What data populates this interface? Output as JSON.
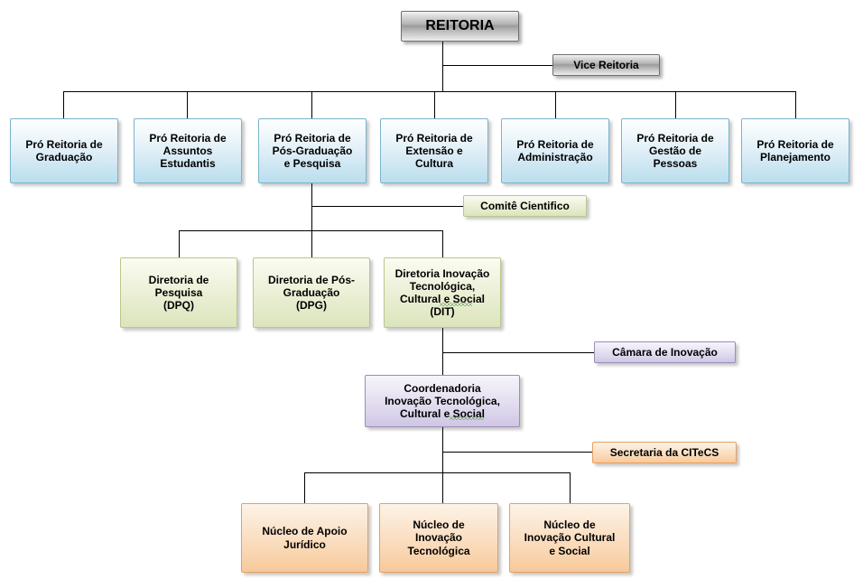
{
  "diagram": {
    "title": "Organograma REITORIA",
    "type": "organizational-chart",
    "palette": {
      "gray_border": "#6e6e6e",
      "gray_fill_mid": "#9a9a9a",
      "blue_border": "#7ab4cd",
      "blue_fill": "#c4e2f0",
      "green_border": "#b7c98a",
      "green_fill": "#e6ecce",
      "purple_border": "#9c8dbb",
      "purple_fill": "#ddd6ec",
      "orange_border": "#e8a060",
      "orange_fill": "#f9d7b3",
      "line": "#000000",
      "text": "#000000",
      "spellcheck_underline": "#3c8a3c"
    },
    "root": {
      "label": "REITORIA"
    },
    "vice": {
      "label": "Vice Reitoria"
    },
    "pro_reitorias": [
      {
        "label": "Pró Reitoria de\nGraduação"
      },
      {
        "label": "Pró Reitoria de\nAssuntos\nEstudantis"
      },
      {
        "label": "Pró Reitoria de\nPós-Graduação\ne Pesquisa"
      },
      {
        "label": "Pró Reitoria de\nExtensão e\nCultura"
      },
      {
        "label": "Pró Reitoria de\nAdministração"
      },
      {
        "label": "Pró Reitoria de\nGestão de\nPessoas"
      },
      {
        "label": "Pró Reitoria de\nPlanejamento"
      }
    ],
    "comite": {
      "label": "Comitê Cientifico"
    },
    "diretorias": [
      {
        "label": "Diretoria de\nPesquisa\n(DPQ)"
      },
      {
        "label": "Diretoria de Pós-\nGraduação\n(DPG)"
      },
      {
        "label": "Diretoria Inovação\nTecnológica,\nCultural e Social\n(DIT)"
      }
    ],
    "camara": {
      "label": "Câmara de Inovação"
    },
    "coordenadoria": {
      "label": "Coordenadoria\nInovação Tecnológica,\nCultural e Social"
    },
    "secretaria": {
      "label": "Secretaria da CITeCS"
    },
    "nucleos": [
      {
        "label": "Núcleo de Apoio\nJurídico"
      },
      {
        "label": "Núcleo de\nInovação\nTecnológica"
      },
      {
        "label": "Núcleo de\nInovação Cultural\ne Social"
      }
    ]
  }
}
